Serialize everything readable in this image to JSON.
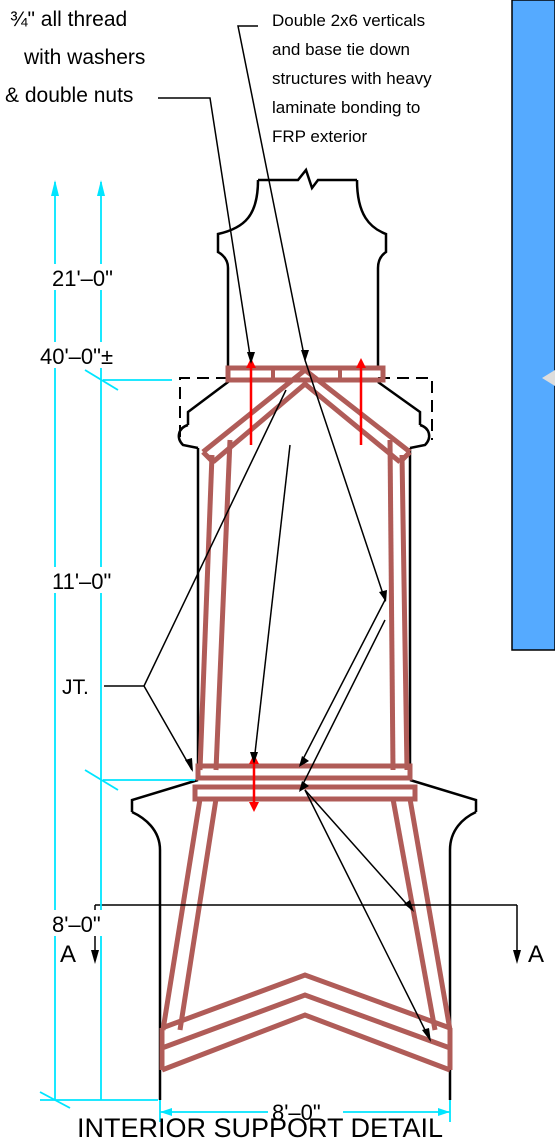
{
  "notes": {
    "thread_line1_fraction": "¾",
    "thread_line1_rest": "\" all thread",
    "thread_line2": "with washers",
    "thread_line3": "& double nuts",
    "verticals_line1": "Double 2x6 verticals",
    "verticals_line2": "and base tie down",
    "verticals_line3": "structures with heavy",
    "verticals_line4": "laminate bonding to",
    "verticals_line5": "FRP exterior",
    "joint": "JT."
  },
  "dimensions": {
    "upper_height": "21'–0\"",
    "overall_height": "40'–0\"±",
    "middle_height": "11'–0\"",
    "lower_height": "8'–0\"",
    "base_width": "8'–0\""
  },
  "section_marks": {
    "left": "A",
    "right": "A"
  },
  "title": "INTERIOR SUPPORT DETAIL",
  "colors": {
    "dimension": "#00e5ff",
    "frame_outer": "#8b3a3a",
    "frame_inner": "#c46a66",
    "rod": "#ff0000",
    "panel_fill": "#55aaff",
    "line": "#000000"
  }
}
